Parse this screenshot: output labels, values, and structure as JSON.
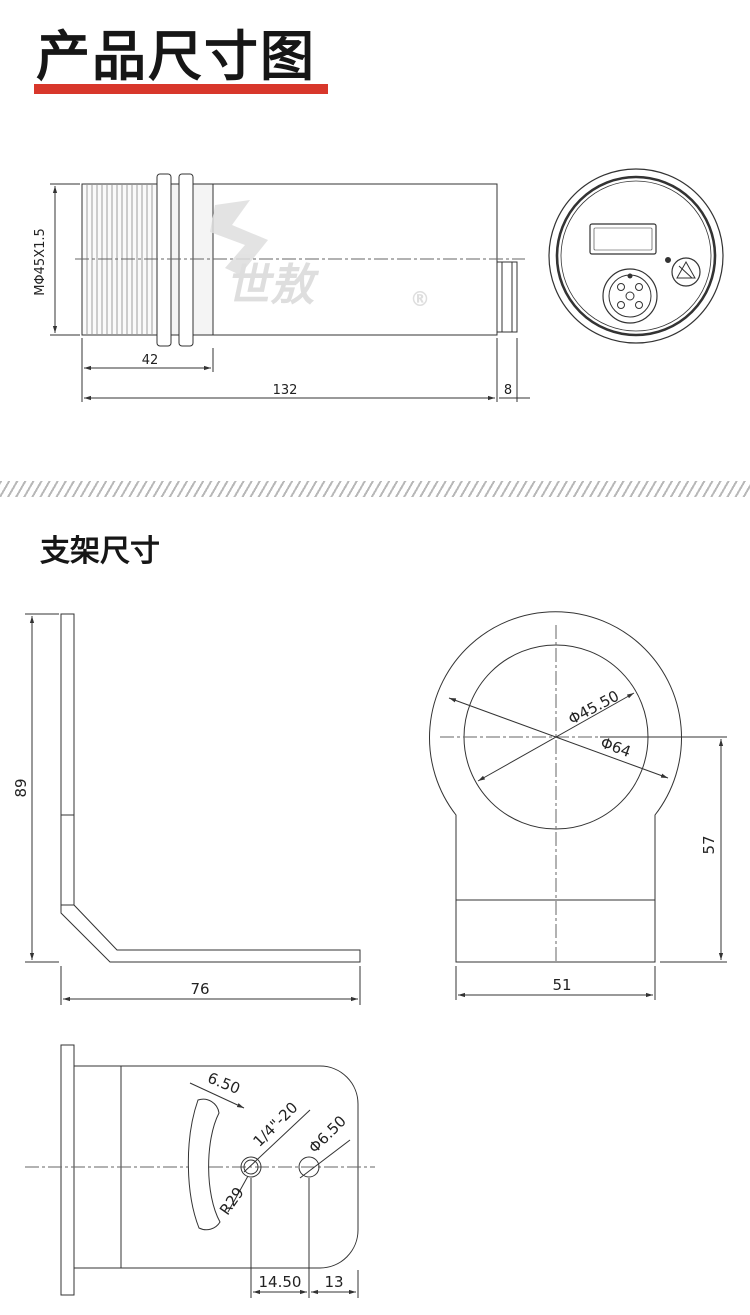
{
  "header": {
    "title": "产品尺寸图"
  },
  "section2": {
    "title": "支架尺寸"
  },
  "watermark": {
    "brand": "世敖",
    "registered": "®"
  },
  "product_view": {
    "thread_label": "MΦ45X1.5",
    "dim_42": "42",
    "dim_132": "132",
    "dim_8": "8"
  },
  "bracket_side": {
    "height": "89",
    "width": "76"
  },
  "bracket_front": {
    "inner_dia": "Φ45.50",
    "outer_dia": "Φ64",
    "height": "57",
    "width": "51"
  },
  "bracket_bottom": {
    "slot_width": "6.50",
    "thread": "1/4\"-20",
    "hole": "Φ6.50",
    "radius": "R29",
    "dim_1450": "14.50",
    "dim_13": "13"
  },
  "colors": {
    "accent": "#d8372b",
    "line": "#333333",
    "watermark": "#d9d9d9"
  }
}
